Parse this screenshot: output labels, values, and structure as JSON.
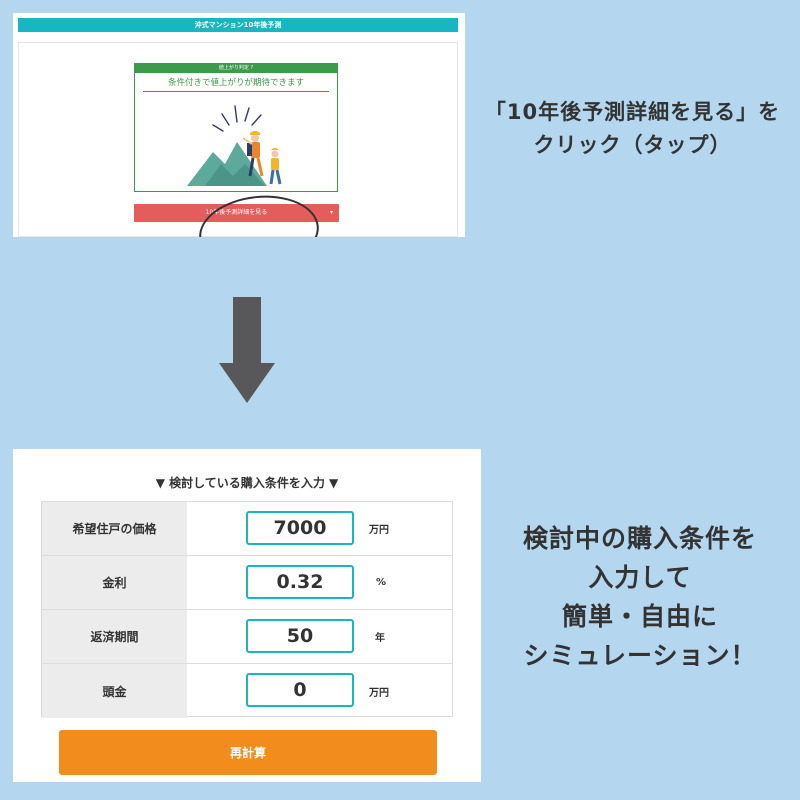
{
  "top_shot": {
    "header_title": "沖式マンション10年後予測",
    "judge_tag": "値上がり判定 ?",
    "judge_message": "条件付きで値上がりが期待できます",
    "cta_label": "10年後予測詳細を見る",
    "cta_chevron": "▾"
  },
  "captions": {
    "step1_line1": "「10年後予測詳細を見る」を",
    "step1_line2": "クリック（タップ）",
    "step2_line1": "検討中の購入条件を",
    "step2_line2": "入力して",
    "step2_line3": "簡単・自由に",
    "step2_line4": "シミュレーション！"
  },
  "form": {
    "title": "▼ 検討している購入条件を入力 ▼",
    "rows": [
      {
        "label": "希望住戸の価格",
        "value": "7000",
        "unit": "万円"
      },
      {
        "label": "金利",
        "value": "0.32",
        "unit": "%"
      },
      {
        "label": "返済期間",
        "value": "50",
        "unit": "年"
      },
      {
        "label": "頭金",
        "value": "0",
        "unit": "万円"
      }
    ],
    "recalc_label": "再計算"
  },
  "colors": {
    "background": "#b4d6ef",
    "teal": "#18b5c2",
    "green": "#3a9b4a",
    "cta_red": "#e45d5a",
    "orange": "#f28c1c",
    "arrow": "#58585a"
  }
}
